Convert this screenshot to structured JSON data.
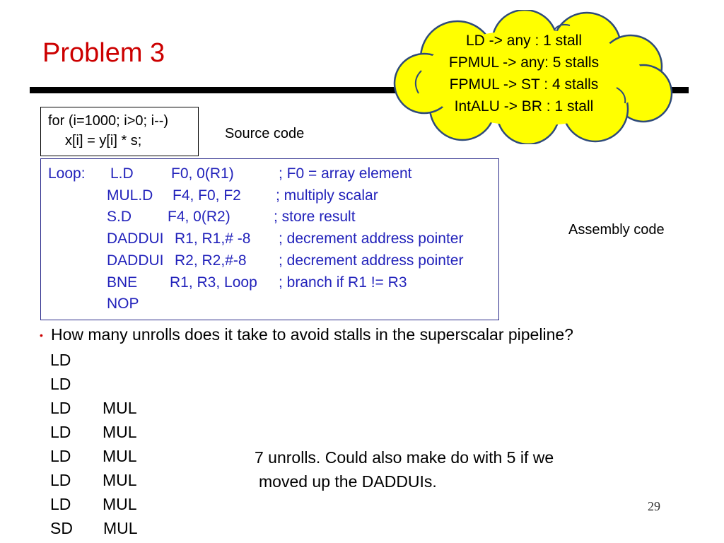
{
  "slide": {
    "title": "Problem 3",
    "page_number": "29",
    "colors": {
      "title": "#cc0000",
      "cloud_fill": "#ffff00",
      "assembly_text": "#2222bb",
      "bullet": "#cc0000"
    }
  },
  "cloud": {
    "lines": [
      "LD -> any : 1 stall",
      "FPMUL -> any: 5 stalls",
      "FPMUL -> ST : 4 stalls",
      "IntALU -> BR : 1 stall"
    ]
  },
  "source": {
    "line1": "for (i=1000; i>0; i--)",
    "line2": "x[i] = y[i] * s;",
    "label": "Source code"
  },
  "assembly": {
    "label": "Assembly code",
    "loop_label": "Loop:",
    "rows": [
      {
        "op": "L.D",
        "args": "F0, 0(R1)",
        "comment": "; F0 = array element"
      },
      {
        "op": "MUL.D",
        "args": "F4, F0, F2",
        "comment": "; multiply scalar"
      },
      {
        "op": "S.D",
        "args": "F4, 0(R2)",
        "comment": "; store result"
      },
      {
        "op": "DADDUI",
        "args": "R1, R1,# -8",
        "comment": "; decrement address pointer"
      },
      {
        "op": "DADDUI",
        "args": "R2, R2,#-8",
        "comment": "; decrement address pointer"
      },
      {
        "op": "BNE",
        "args": "R1, R3, Loop",
        "comment": "; branch if R1 != R3"
      },
      {
        "op": "NOP",
        "args": "",
        "comment": ""
      }
    ]
  },
  "question": {
    "bullet": "•",
    "text": "How many unrolls does it take to avoid stalls in the superscalar pipeline?"
  },
  "schedule": [
    {
      "col1": "LD",
      "col2": ""
    },
    {
      "col1": "LD",
      "col2": ""
    },
    {
      "col1": "LD",
      "col2": "MUL"
    },
    {
      "col1": "LD",
      "col2": "MUL"
    },
    {
      "col1": "LD",
      "col2": "MUL"
    },
    {
      "col1": "LD",
      "col2": "MUL"
    },
    {
      "col1": "LD",
      "col2": "MUL"
    },
    {
      "col1": "SD",
      "col2": "MUL"
    }
  ],
  "answer": {
    "line1": "7 unrolls.  Could also make do with 5 if we",
    "line2": "moved up the DADDUIs."
  }
}
